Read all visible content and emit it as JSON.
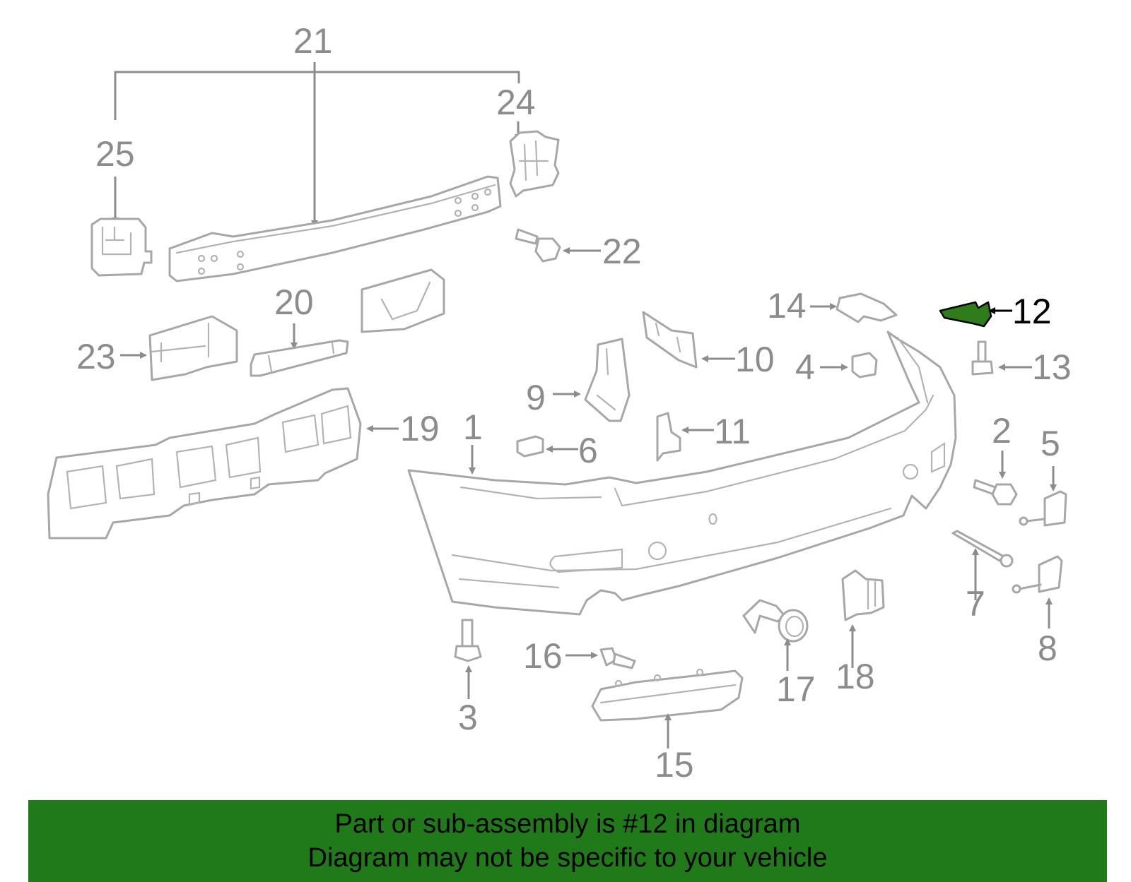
{
  "diagram": {
    "highlighted_part": "12",
    "highlight_color": "#2e7d1a",
    "labels": {
      "p1": "1",
      "p2": "2",
      "p3": "3",
      "p4": "4",
      "p5": "5",
      "p6": "6",
      "p7": "7",
      "p8": "8",
      "p9": "9",
      "p10": "10",
      "p11": "11",
      "p12": "12",
      "p13": "13",
      "p14": "14",
      "p15": "15",
      "p16": "16",
      "p17": "17",
      "p18": "18",
      "p19": "19",
      "p20": "20",
      "p21": "21",
      "p22": "22",
      "p23": "23",
      "p24": "24",
      "p25": "25"
    }
  },
  "footer": {
    "line1": "Part or sub-assembly is #12 in diagram",
    "line2": "Diagram may not be specific to your vehicle",
    "background": "#217a1a"
  }
}
